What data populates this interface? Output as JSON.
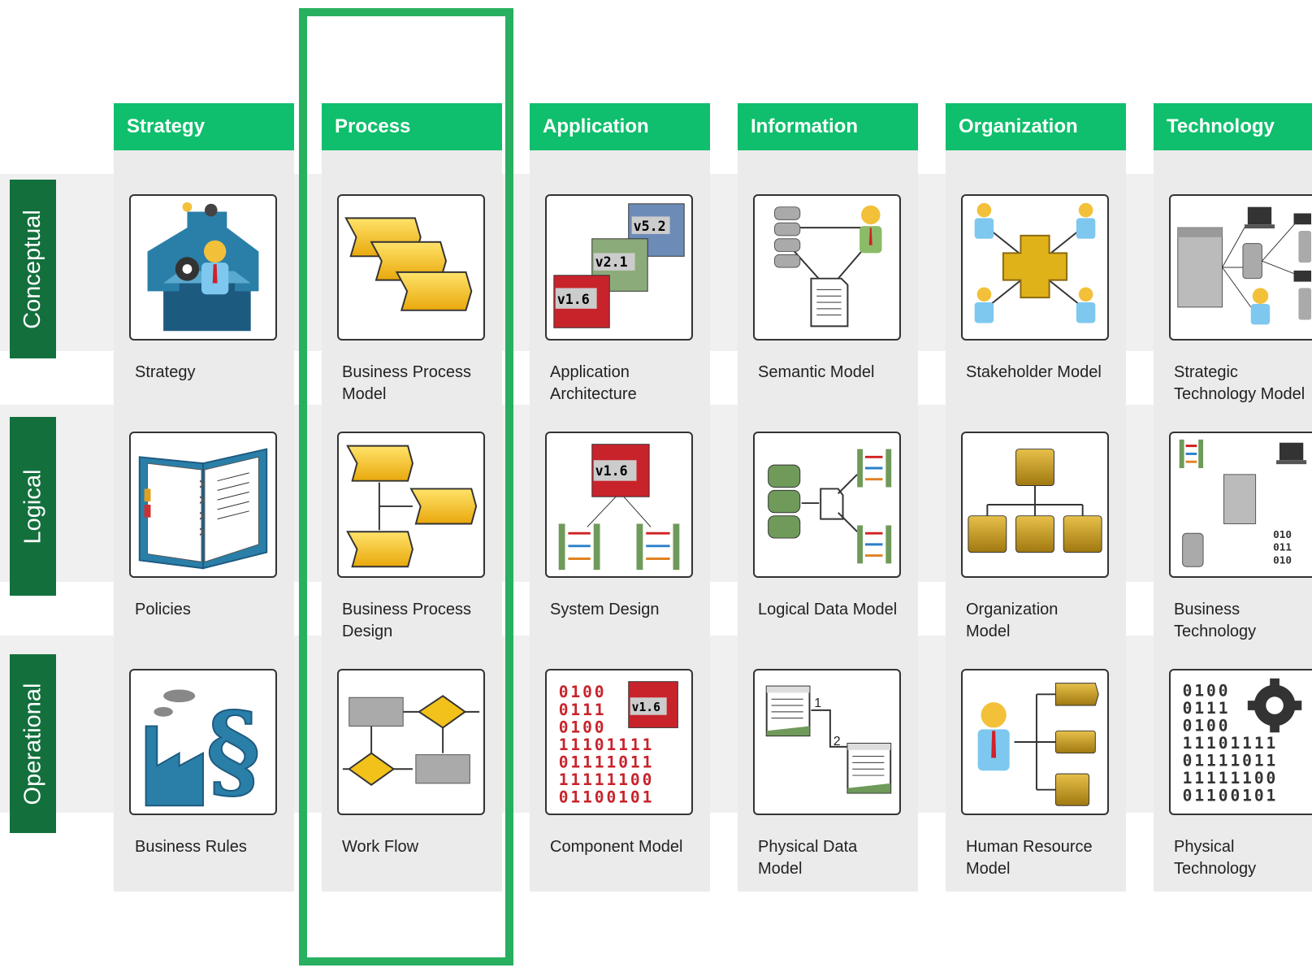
{
  "columns": [
    "Strategy",
    "Process",
    "Application",
    "Information",
    "Organization",
    "Technology"
  ],
  "rows": [
    "Conceptual",
    "Logical",
    "Operational"
  ],
  "cells": {
    "conceptual": [
      "Strategy",
      "Business Process Model",
      "Application Architecture",
      "Semantic Model",
      "Stakeholder Model",
      "Strategic Technology Model"
    ],
    "logical": [
      "Policies",
      "Business Process Design",
      "System Design",
      "Logical Data Model",
      "Organization Model",
      "Business Technology"
    ],
    "operational": [
      "Business Rules",
      "Work Flow",
      "Component Model",
      "Physical Data Model",
      "Human Resource Model",
      "Physical Technology"
    ]
  },
  "icons": {
    "conceptual": [
      "strategy-icon",
      "process-chevrons-icon",
      "version-blocks-icon",
      "semantic-triangle-icon",
      "stakeholder-cross-icon",
      "server-network-icon"
    ],
    "logical": [
      "binder-icon",
      "process-tree-icon",
      "system-design-icon",
      "database-mapping-icon",
      "org-chart-icon",
      "tech-landscape-icon"
    ],
    "operational": [
      "factory-paragraph-icon",
      "workflow-icon",
      "binary-component-icon",
      "document-tables-icon",
      "person-org-icon",
      "binary-gear-icon"
    ]
  },
  "tile_text": {
    "versions": [
      "v5.2",
      "v2.1",
      "v1.6"
    ],
    "system_version": "v1.6",
    "component_version": "v1.6",
    "binary_component": [
      "0100",
      "0111",
      "0100",
      "11101111",
      "01111011",
      "11111100",
      "01100101"
    ],
    "binary_tech": [
      "0100",
      "0111",
      "0100",
      "11101111",
      "01111011",
      "11111100",
      "01100101"
    ],
    "binary_small": [
      "010",
      "011",
      "010"
    ],
    "table_numbers": [
      "1",
      "2"
    ]
  },
  "colors": {
    "header_green": "#0fbf6d",
    "row_label_green": "#13703d",
    "highlight_green": "#28b061",
    "band_gray": "#f0f0f0",
    "column_gray": "#ebebeb",
    "gold": "#f2c21b",
    "blue": "#2a7fa8"
  }
}
